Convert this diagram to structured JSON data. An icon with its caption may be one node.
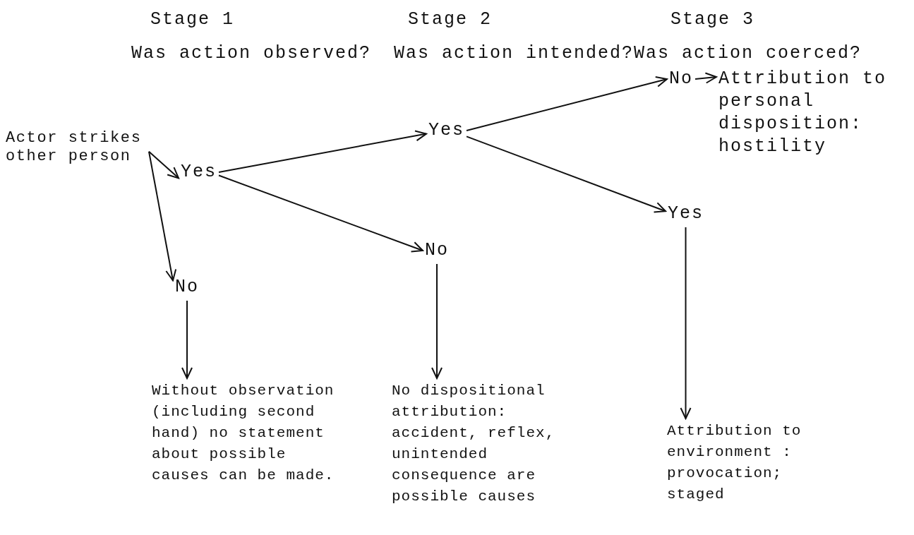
{
  "diagram": {
    "nodes": [
      {
        "text": [
          "Actor strikes other person"
        ]
      },
      {
        "text": [
          "Yes"
        ]
      },
      {
        "text": [
          "No"
        ]
      },
      {
        "text": [
          "Yes"
        ]
      },
      {
        "text": [
          "No"
        ]
      },
      {
        "text": [
          "No"
        ]
      },
      {
        "text": [
          "Attribution to personal disposition: hostility"
        ]
      },
      {
        "text": [
          "Yes"
        ]
      },
      {
        "text": [
          "Without observation (including second hand) no statement about possible causes can be made."
        ]
      },
      {
        "text": [
          "No dispositional attribution: accident, reflex, unintended consequence are possible causes"
        ]
      },
      {
        "text": [
          "Attribution to environment : provocation; staged"
        ]
      }
    ],
    "edges": [
      {
        "from": 0,
        "to": 1,
        "arrow": "to"
      },
      {
        "from": 0,
        "to": 2,
        "arrow": "to"
      },
      {
        "from": 1,
        "to": 3,
        "arrow": "to"
      },
      {
        "from": 1,
        "to": 4,
        "arrow": "to"
      },
      {
        "from": 3,
        "to": 5,
        "arrow": "to"
      },
      {
        "from": 3,
        "to": 7,
        "arrow": "to"
      },
      {
        "from": 5,
        "to": 6,
        "arrow": "to"
      },
      {
        "from": 2,
        "to": 8,
        "arrow": "to"
      },
      {
        "from": 4,
        "to": 9,
        "arrow": "to"
      },
      {
        "from": 7,
        "to": 10,
        "arrow": "to"
      }
    ],
    "labels": [
      "Stage 1",
      "Stage 2",
      "Stage 3",
      "Was action observed?",
      "Was action intended?",
      "Was action coerced?"
    ]
  }
}
